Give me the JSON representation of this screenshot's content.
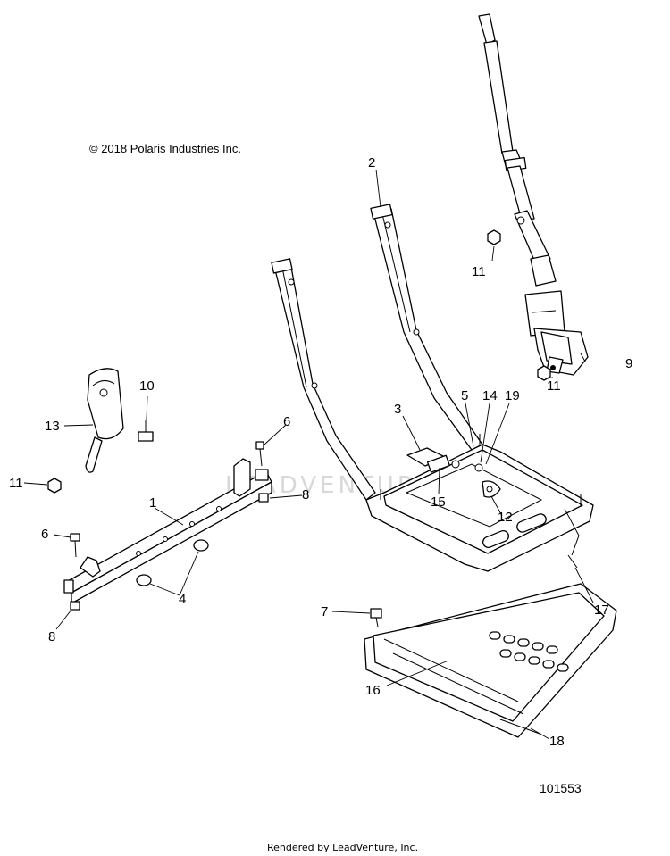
{
  "copyright": "© 2018 Polaris Industries Inc.",
  "watermark": "LEADVENTURE",
  "figure_number": "101553",
  "footer": "Rendered by LeadVenture, Inc.",
  "callouts": {
    "c1": "1",
    "c2": "2",
    "c3": "3",
    "c4": "4",
    "c5": "5",
    "c6a": "6",
    "c6b": "6",
    "c7": "7",
    "c8a": "8",
    "c8b": "8",
    "c9": "9",
    "c10": "10",
    "c11a": "11",
    "c11b": "11",
    "c11c": "11",
    "c12": "12",
    "c13": "13",
    "c14": "14",
    "c15": "15",
    "c16": "16",
    "c17": "17",
    "c18": "18",
    "c19": "19"
  }
}
